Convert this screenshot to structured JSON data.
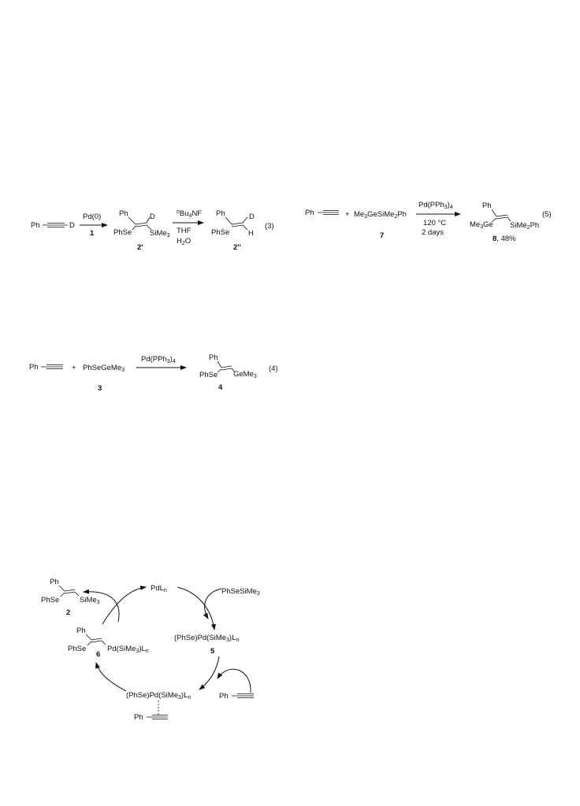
{
  "eq3": {
    "ph": "Ph",
    "d": "D",
    "reagent": "Pd(0)",
    "num1": "1",
    "ph2": "Ph",
    "d2": "D",
    "phse": "PhSe",
    "sime3": "SiMe",
    "sime3_sub": "3",
    "num2p": "2'",
    "bu_pre": "n",
    "bu_main": "Bu",
    "bu_sub": "4",
    "bu_post": "NF",
    "thf": "THF",
    "h2o_h": "H",
    "h2o_sub": "2",
    "h2o_o": "O",
    "ph3": "Ph",
    "d3": "D",
    "phse3": "PhSe",
    "h3": "H",
    "num2pp": "2''",
    "label": "(3)"
  },
  "eq4": {
    "ph": "Ph",
    "plus": "+",
    "reagent": "PhSeGeMe",
    "reagent_sub": "3",
    "num3": "3",
    "cat": "Pd(PPh",
    "cat_sub": "3",
    "cat_post": ")",
    "cat_sub2": "4",
    "ph2": "Ph",
    "phse": "PhSe",
    "geme": "GeMe",
    "geme_sub": "3",
    "num4": "4",
    "label": "(4)"
  },
  "eq5": {
    "ph": "Ph",
    "plus": "+",
    "reagent": "Me",
    "reagent_sub": "3",
    "reagent_mid": "GeSiMe",
    "reagent_sub2": "2",
    "reagent_post": "Ph",
    "num7": "7",
    "cat": "Pd(PPh",
    "cat_sub": "3",
    "cat_post": ")",
    "cat_sub2": "4",
    "temp": "120 °C",
    "time": "2 days",
    "ph2": "Ph",
    "me3ge": "Me",
    "me3ge_sub": "3",
    "me3ge_post": "Ge",
    "sime2ph": "SiMe",
    "sime2ph_sub": "2",
    "sime2ph_post": "Ph",
    "num8": "8",
    "yield": ", 48%",
    "label": "(5)"
  },
  "cycle": {
    "pdl": "PdL",
    "pdl_sub": "n",
    "phsesime3": "PhSeSiMe",
    "phsesime3_sub": "3",
    "int5": "(PhSe)Pd(SiMe",
    "int5_sub": "3",
    "int5_post": ")L",
    "int5_sub2": "n",
    "num5": "5",
    "ph_alkyne": "Ph",
    "int_coord": "(PhSe)Pd(SiMe",
    "int_coord_sub": "3",
    "int_coord_post": ")L",
    "int_coord_sub2": "n",
    "ph_coord": "Ph",
    "ph6": "Ph",
    "phse6": "PhSe",
    "pd6": "Pd(SiMe",
    "pd6_sub": "3",
    "pd6_post": ")L",
    "pd6_sub2": "n",
    "num6": "6",
    "ph2": "Ph",
    "phse2": "PhSe",
    "sime2": "SiMe",
    "sime2_sub": "3",
    "num2": "2"
  }
}
